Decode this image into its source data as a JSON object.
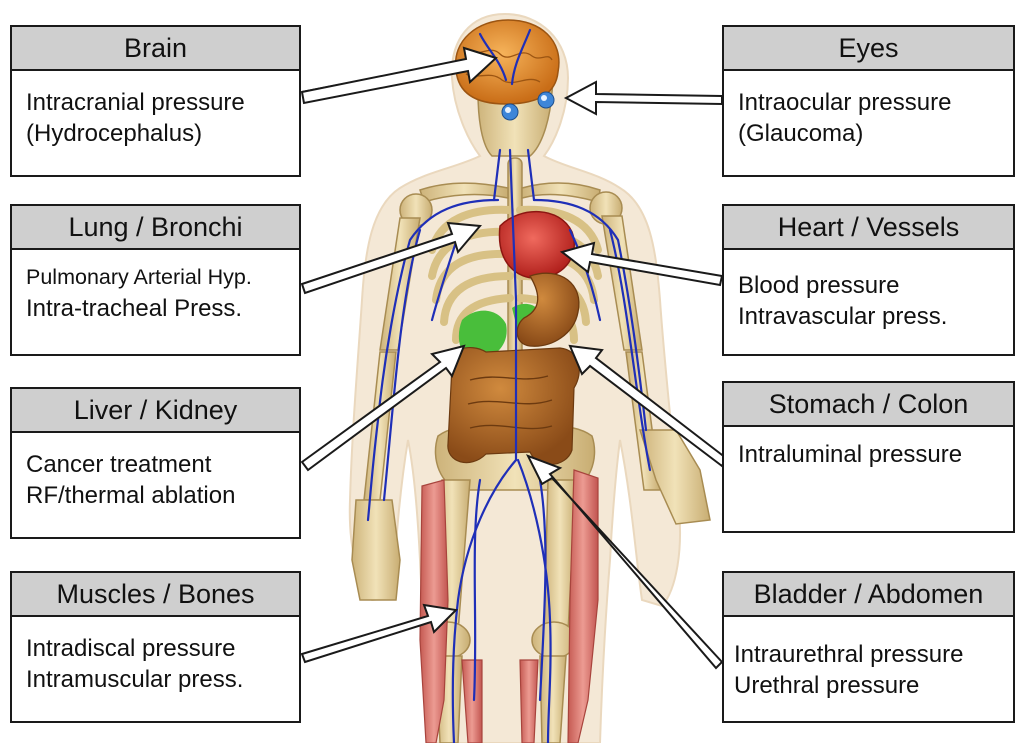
{
  "labels": {
    "brain": {
      "title": "Brain",
      "lines": [
        "Intracranial pressure",
        "(Hydrocephalus)"
      ]
    },
    "lung": {
      "title": "Lung / Bronchi",
      "lines": [
        "Pulmonary Arterial Hyp.",
        "Intra-tracheal Press."
      ]
    },
    "liver": {
      "title": "Liver / Kidney",
      "lines": [
        "Cancer treatment",
        "RF/thermal ablation"
      ]
    },
    "muscles": {
      "title": "Muscles / Bones",
      "lines": [
        "Intradiscal pressure",
        "Intramuscular press."
      ]
    },
    "eyes": {
      "title": "Eyes",
      "lines": [
        "Intraocular pressure",
        "(Glaucoma)"
      ]
    },
    "heart": {
      "title": "Heart / Vessels",
      "lines": [
        "Blood pressure",
        "Intravascular press."
      ]
    },
    "stomach": {
      "title": "Stomach / Colon",
      "lines": [
        "Intraluminal pressure"
      ]
    },
    "bladder": {
      "title": "Bladder / Abdomen",
      "lines": [
        "Intraurethral pressure",
        "Urethral pressure"
      ]
    }
  },
  "colors": {
    "box_header": "#cfcfcf",
    "box_border": "#1a1a1a",
    "bone": "#e3cf98",
    "skin": "#f3e4cf",
    "vessel": "#1f2fb8",
    "brain": "#e08a2a",
    "heart": "#d7342d",
    "liver": "#3fb43a",
    "intestine": "#a45e22",
    "muscle": "#d9736b"
  }
}
